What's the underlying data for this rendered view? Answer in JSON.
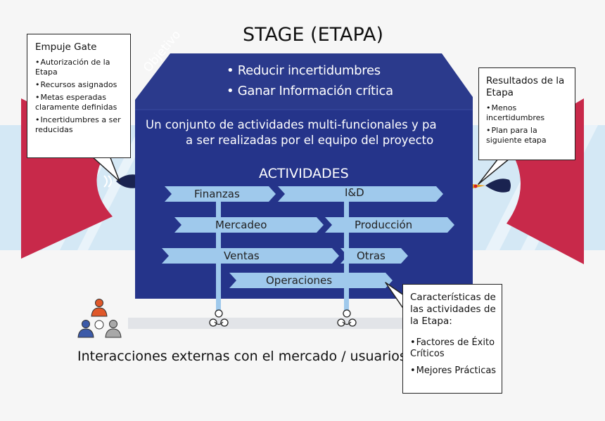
{
  "colors": {
    "navy": "#2b3a8c",
    "navy_dark": "#222e78",
    "crimson": "#c8294a",
    "arrow_fill": "#9fc9ec",
    "light_blue": "#cfe6f5"
  },
  "title": "STAGE (ETAPA)",
  "objetivo": {
    "label": "Objetivo",
    "bullets": [
      "• Reducir incertidumbres",
      "• Ganar Información crítica"
    ]
  },
  "description": {
    "line1": "Un conjunto de actividades multi-funcionales y pa",
    "line2": "a ser realizadas por el equipo del proyecto"
  },
  "actividades": {
    "title": "ACTIVIDADES",
    "items": {
      "finanzas": "Finanzas",
      "id": "I&D",
      "mercadeo": "Mercadeo",
      "produccion": "Producción",
      "ventas": "Ventas",
      "otras": "Otras",
      "operaciones": "Operaciones"
    }
  },
  "empuje_gate": {
    "title": "Empuje Gate",
    "items": [
      "Autorización de la Etapa",
      "Recursos asignados",
      "Metas esperadas claramente definidas",
      "Incertidumbres a ser reducidas"
    ]
  },
  "resultados": {
    "title": "Resultados de la Etapa",
    "items": [
      "Menos incertidumbres",
      "Plan para la siguiente etapa"
    ]
  },
  "caracteristicas": {
    "title": "Características de las actividades de la Etapa:",
    "items": [
      "Factores de Éxito Críticos",
      "Mejores Prácticas"
    ]
  },
  "interacciones": "Interacciones externas con el mercado / usuarios",
  "icons": [
    "user-group-icon",
    "node-icon",
    "rocket-icon"
  ]
}
